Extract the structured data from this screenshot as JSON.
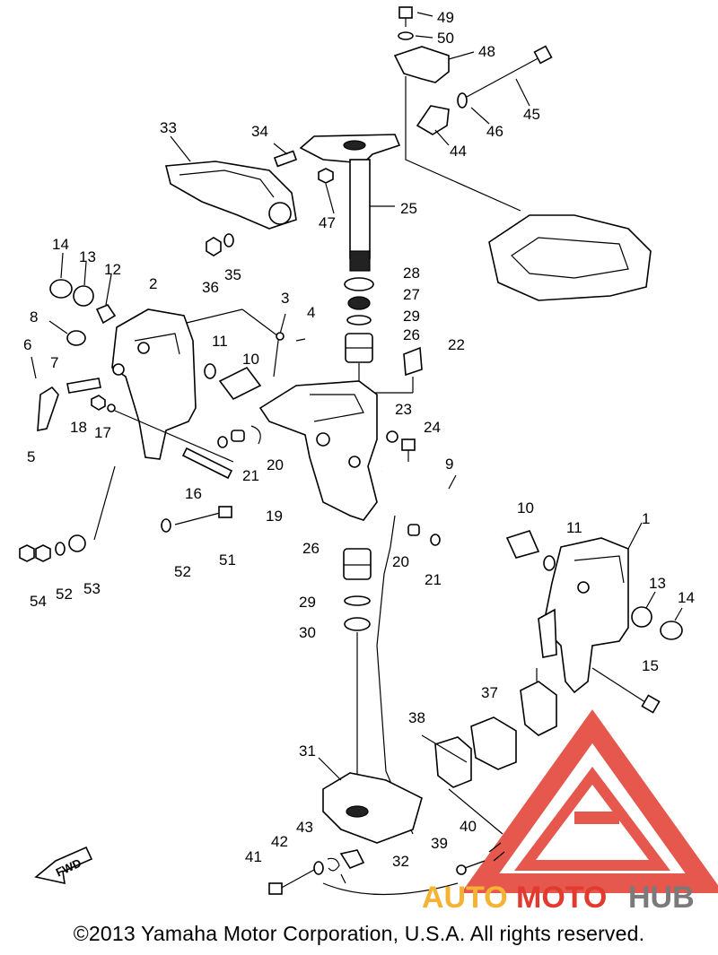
{
  "diagram": {
    "callouts": [
      {
        "id": "c49",
        "text": "49"
      },
      {
        "id": "c50",
        "text": "50"
      },
      {
        "id": "c48",
        "text": "48"
      },
      {
        "id": "c45",
        "text": "45"
      },
      {
        "id": "c46",
        "text": "46"
      },
      {
        "id": "c44",
        "text": "44"
      },
      {
        "id": "c33",
        "text": "33"
      },
      {
        "id": "c34",
        "text": "34"
      },
      {
        "id": "c47",
        "text": "47"
      },
      {
        "id": "c25",
        "text": "25"
      },
      {
        "id": "c14a",
        "text": "14"
      },
      {
        "id": "c13a",
        "text": "13"
      },
      {
        "id": "c12",
        "text": "12"
      },
      {
        "id": "c2",
        "text": "2"
      },
      {
        "id": "c36",
        "text": "36"
      },
      {
        "id": "c35",
        "text": "35"
      },
      {
        "id": "c28",
        "text": "28"
      },
      {
        "id": "c27",
        "text": "27"
      },
      {
        "id": "c29a",
        "text": "29"
      },
      {
        "id": "c26a",
        "text": "26"
      },
      {
        "id": "c22",
        "text": "22"
      },
      {
        "id": "c3",
        "text": "3"
      },
      {
        "id": "c4",
        "text": "4"
      },
      {
        "id": "c8",
        "text": "8"
      },
      {
        "id": "c6",
        "text": "6"
      },
      {
        "id": "c7",
        "text": "7"
      },
      {
        "id": "c11a",
        "text": "11"
      },
      {
        "id": "c10a",
        "text": "10"
      },
      {
        "id": "c5",
        "text": "5"
      },
      {
        "id": "c18",
        "text": "18"
      },
      {
        "id": "c17",
        "text": "17"
      },
      {
        "id": "c23",
        "text": "23"
      },
      {
        "id": "c24",
        "text": "24"
      },
      {
        "id": "c9",
        "text": "9"
      },
      {
        "id": "c21a",
        "text": "21"
      },
      {
        "id": "c20a",
        "text": "20"
      },
      {
        "id": "c16",
        "text": "16"
      },
      {
        "id": "c19",
        "text": "19"
      },
      {
        "id": "c10b",
        "text": "10"
      },
      {
        "id": "c11b",
        "text": "11"
      },
      {
        "id": "c1",
        "text": "1"
      },
      {
        "id": "c26b",
        "text": "26"
      },
      {
        "id": "c20b",
        "text": "20"
      },
      {
        "id": "c21b",
        "text": "21"
      },
      {
        "id": "c13b",
        "text": "13"
      },
      {
        "id": "c14b",
        "text": "14"
      },
      {
        "id": "c54",
        "text": "54"
      },
      {
        "id": "c52a",
        "text": "52"
      },
      {
        "id": "c53",
        "text": "53"
      },
      {
        "id": "c52b",
        "text": "52"
      },
      {
        "id": "c51",
        "text": "51"
      },
      {
        "id": "c29b",
        "text": "29"
      },
      {
        "id": "c30",
        "text": "30"
      },
      {
        "id": "c15",
        "text": "15"
      },
      {
        "id": "c37",
        "text": "37"
      },
      {
        "id": "c38",
        "text": "38"
      },
      {
        "id": "c31",
        "text": "31"
      },
      {
        "id": "c43",
        "text": "43"
      },
      {
        "id": "c42",
        "text": "42"
      },
      {
        "id": "c41",
        "text": "41"
      },
      {
        "id": "c32",
        "text": "32"
      },
      {
        "id": "c39",
        "text": "39"
      },
      {
        "id": "c40",
        "text": "40"
      }
    ],
    "fwd_label": "FWD",
    "copyright": "©2013 Yamaha Motor Corporation, U.S.A. All rights reserved."
  },
  "watermark": {
    "part1": "AUTO",
    "part2": "MOTO",
    "part3": "HUB",
    "colors": {
      "auto": "#f5b233",
      "moto": "#e23a2e",
      "hub": "#7a7a7a",
      "triangle": "#e23a2e"
    }
  }
}
